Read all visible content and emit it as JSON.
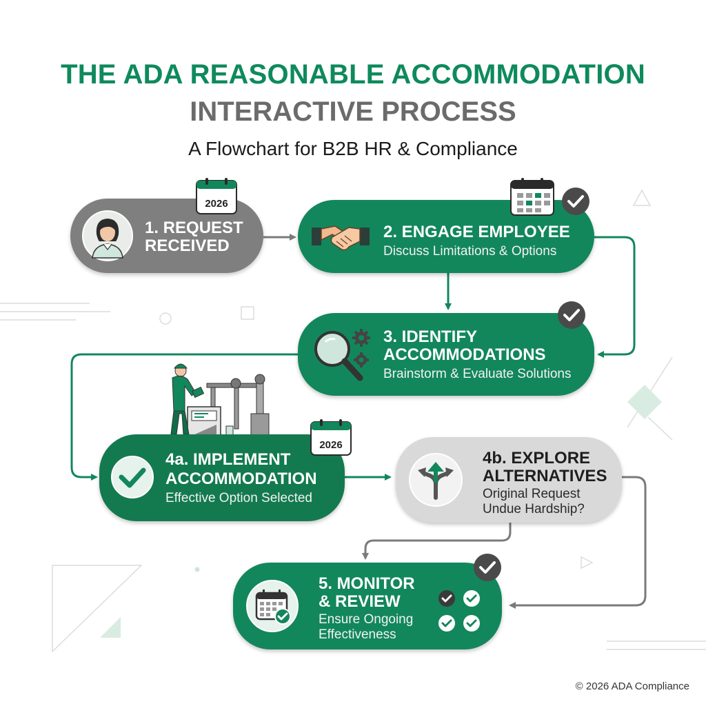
{
  "title": {
    "line1": "THE ADA REASONABLE ACCOMMODATION",
    "line2": "INTERACTIVE PROCESS",
    "subtitle": "A Flowchart for B2B HR & Compliance"
  },
  "steps": [
    {
      "id": "request",
      "title_l1": "1. REQUEST",
      "title_l2": "RECEIVED",
      "badge_year": "2026"
    },
    {
      "id": "engage",
      "title_l1": "2. ENGAGE EMPLOYEE",
      "sub_l1": "Discuss Limitations & Options"
    },
    {
      "id": "identify",
      "title_l1": "3. IDENTIFY",
      "title_l2": "ACCOMMODATIONS",
      "sub_l1": "Brainstorm & Evaluate Solutions"
    },
    {
      "id": "implement",
      "title_l1": "4a. IMPLEMENT",
      "title_l2": "ACCOMMODATION",
      "sub_l1": "Effective Option Selected",
      "badge_year": "2026"
    },
    {
      "id": "explore",
      "title_l1": "4b. EXPLORE",
      "title_l2": "ALTERNATIVES",
      "sub_l1": "Original Request",
      "sub_l2": "Undue Hardship?"
    },
    {
      "id": "monitor",
      "title_l1": "5. MONITOR",
      "title_l2": "& REVIEW",
      "sub_l1": "Ensure Ongoing",
      "sub_l2": "Effectiveness"
    }
  ],
  "footer": "© 2026 ADA Compliance",
  "colors": {
    "green": "#12875c",
    "dark_green": "#137a4f",
    "gray": "#7f7f7f",
    "light_gray": "#d9d9d9",
    "title_green": "#0e8a5c"
  },
  "icons": [
    "person-icon",
    "handshake-icon",
    "magnifier-gears-icon",
    "checkmark-icon",
    "split-arrows-icon",
    "calendar-check-icon",
    "calendar-icon"
  ]
}
